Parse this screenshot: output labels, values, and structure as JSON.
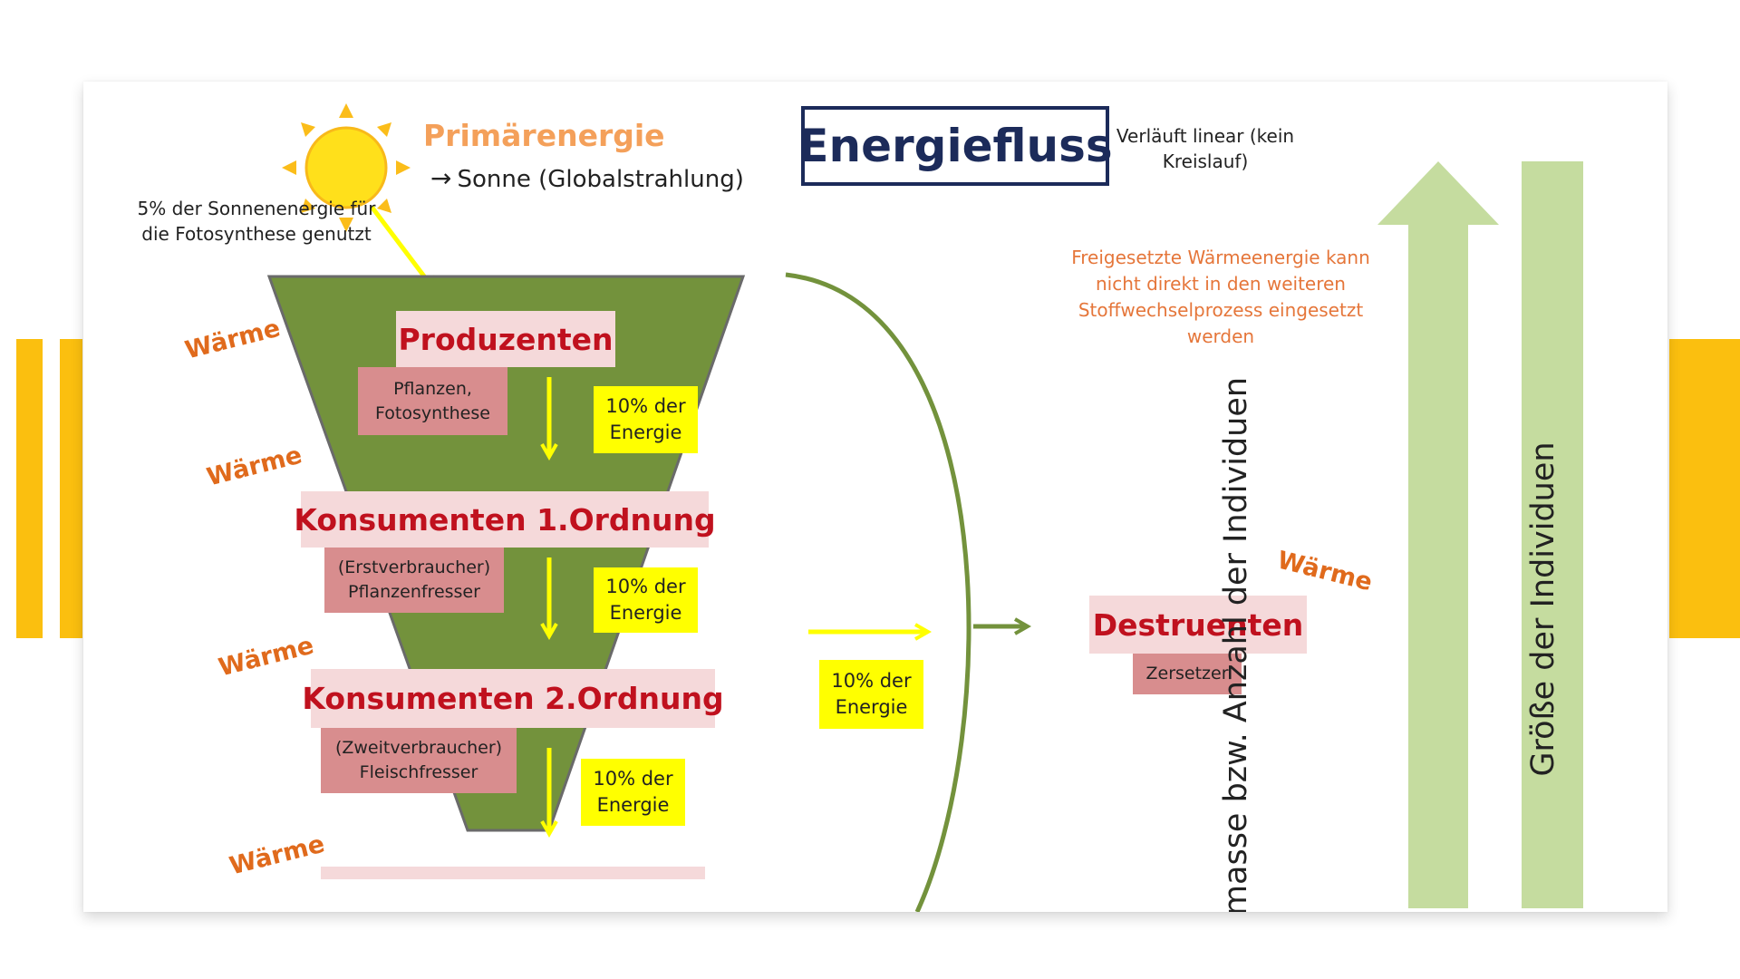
{
  "primary_energy": {
    "title": "Primärenergie",
    "source": "Sonne (Globalstrahlung)",
    "photosynthesis_note": "5% der Sonnenenergie für die Fotosynthese genutzt"
  },
  "title": "Energiefluss",
  "flow_note": "Verläuft linear (kein Kreislauf)",
  "heat_note": "Freigesetzte Wärmeenergie kann nicht direkt in den weiteren Stoffwechselprozess eingesetzt werden",
  "heat_label": "Wärme",
  "trophic_levels": [
    {
      "name": "Produzenten",
      "description": "Pflanzen, Fotosynthese",
      "energy_transfer": "10% der Energie"
    },
    {
      "name": "Konsumenten 1.Ordnung",
      "description": "(Erstverbraucher) Pflanzenfresser",
      "energy_transfer": "10% der Energie"
    },
    {
      "name": "Konsumenten 2.Ordnung",
      "description": "(Zweitverbraucher) Fleischfresser",
      "energy_transfer": "10% der Energie"
    }
  ],
  "to_decomposers_energy": "10% der Energie",
  "decomposers": {
    "name": "Destruenten",
    "description": "Zersetzer"
  },
  "axis_labels": {
    "biomass": "masse bzw. Anzahl der Individuen",
    "size": "Größe der Individuen"
  },
  "colors": {
    "pyramid": "#73923c",
    "level_box": "#f5d9da",
    "description_box": "#d88d8e",
    "energy_box": "#ffff00",
    "heat_text": "#e06a1c",
    "side_bars": "#fbbf0f",
    "growth_arrows": "#c5dc9f",
    "title_border": "#1c2b5a"
  }
}
